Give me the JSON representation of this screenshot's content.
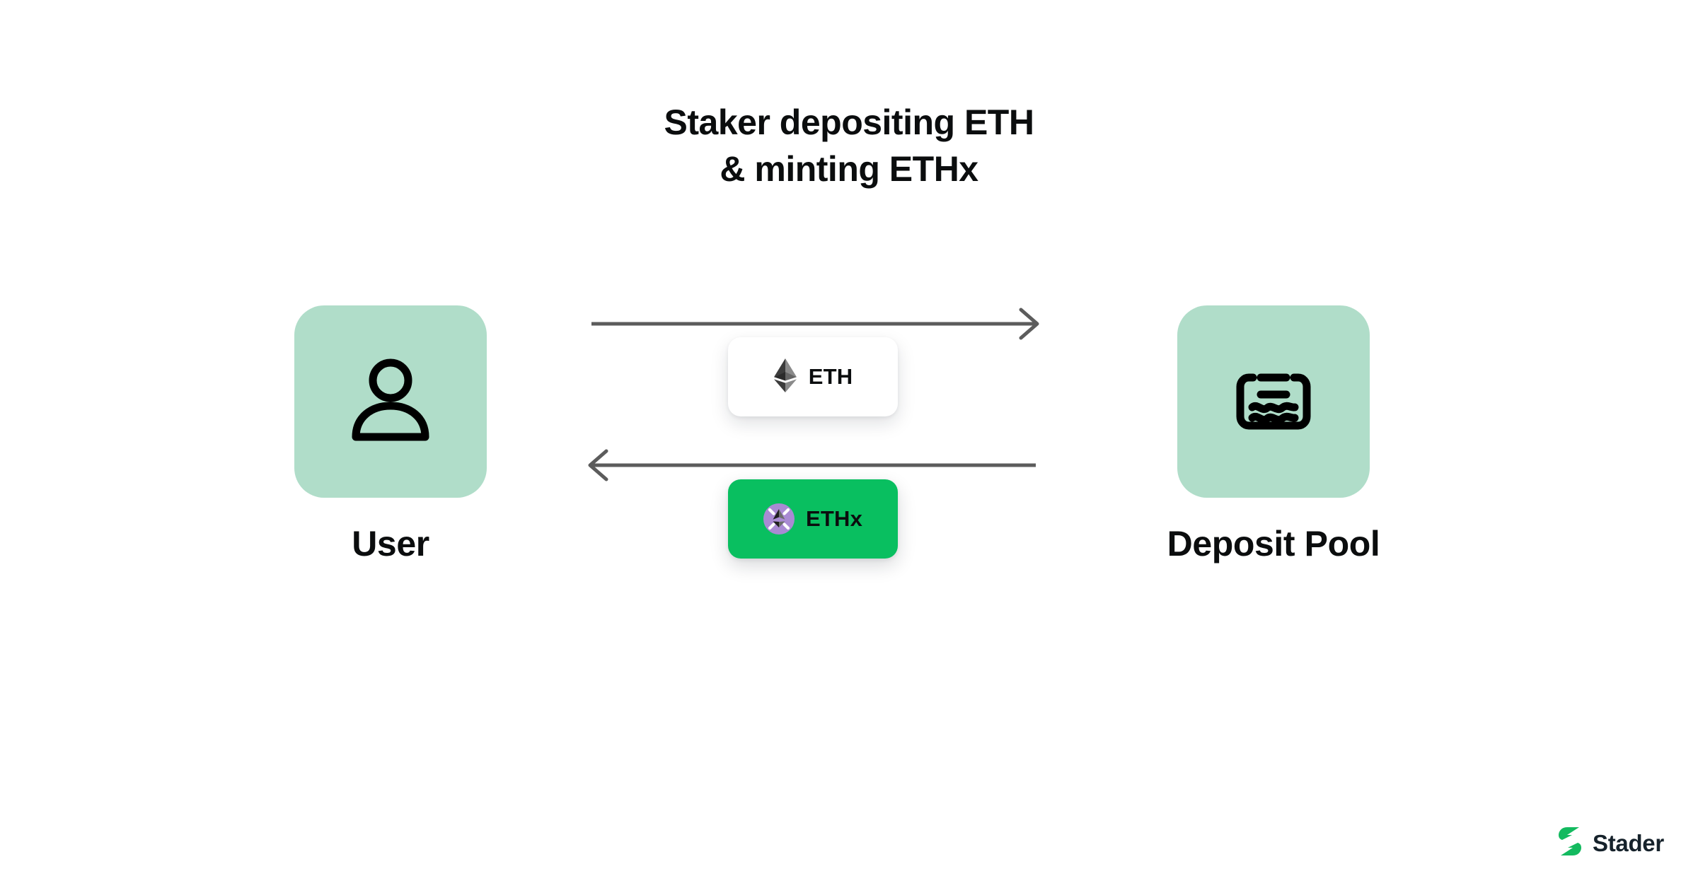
{
  "diagram": {
    "title_line1": "Staker depositing ETH",
    "title_line2": "& minting ETHx",
    "nodes": [
      {
        "id": "user",
        "label": "User",
        "icon": "person-icon",
        "tile_color": "#b0ddc9"
      },
      {
        "id": "deposit-pool",
        "label": "Deposit Pool",
        "icon": "pool-icon",
        "tile_color": "#b0ddc9"
      }
    ],
    "flows": [
      {
        "id": "eth-deposit",
        "direction": "right",
        "from": "User",
        "to": "Deposit Pool",
        "token_label": "ETH",
        "token_icon": "ethereum-icon",
        "card_bg": "#ffffff",
        "arrow_color": "#5c5c5c"
      },
      {
        "id": "ethx-mint",
        "direction": "left",
        "from": "Deposit Pool",
        "to": "User",
        "token_label": "ETHx",
        "token_icon": "ethx-icon",
        "card_bg": "#09bf60",
        "arrow_color": "#5c5c5c"
      }
    ],
    "brand": {
      "name": "Stader",
      "logo_icon": "stader-logo-icon",
      "logo_color": "#13ba5f",
      "text_color": "#16222b"
    }
  }
}
